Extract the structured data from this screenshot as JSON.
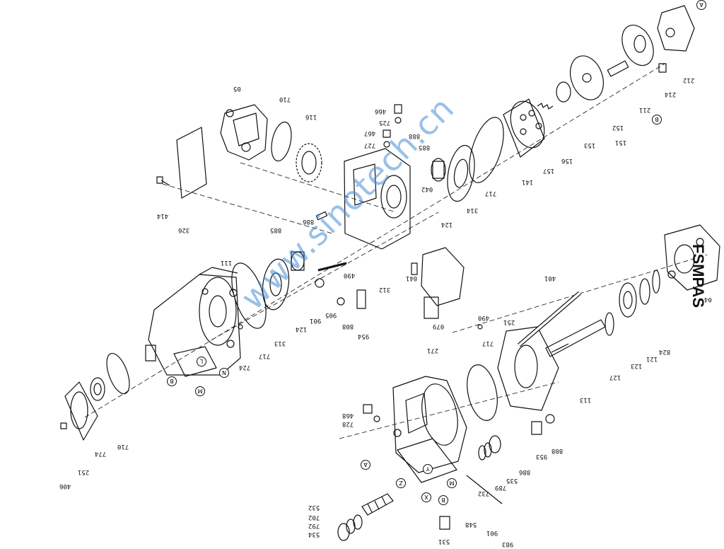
{
  "watermark": "www.sinotech.cn",
  "title": "FSMPAS",
  "parts": [
    {
      "id": "p_05",
      "text": "05"
    },
    {
      "id": "p_710a",
      "text": "710"
    },
    {
      "id": "p_116",
      "text": "116"
    },
    {
      "id": "p_466",
      "text": "466"
    },
    {
      "id": "p_725",
      "text": "725"
    },
    {
      "id": "p_467",
      "text": "467"
    },
    {
      "id": "p_727",
      "text": "727"
    },
    {
      "id": "p_888",
      "text": "888"
    },
    {
      "id": "p_885a",
      "text": "885"
    },
    {
      "id": "p_414",
      "text": "414"
    },
    {
      "id": "p_326",
      "text": "326"
    },
    {
      "id": "p_886a",
      "text": "886"
    },
    {
      "id": "p_885b",
      "text": "885"
    },
    {
      "id": "p_111",
      "text": "111"
    },
    {
      "id": "p_042",
      "text": "042"
    },
    {
      "id": "p_314",
      "text": "314"
    },
    {
      "id": "p_124a",
      "text": "124"
    },
    {
      "id": "p_717a",
      "text": "717"
    },
    {
      "id": "p_141",
      "text": "141"
    },
    {
      "id": "p_157",
      "text": "157"
    },
    {
      "id": "p_156",
      "text": "156"
    },
    {
      "id": "p_153",
      "text": "153"
    },
    {
      "id": "p_152",
      "text": "152"
    },
    {
      "id": "p_151",
      "text": "151"
    },
    {
      "id": "p_211",
      "text": "211"
    },
    {
      "id": "p_214",
      "text": "214"
    },
    {
      "id": "p_212",
      "text": "212"
    },
    {
      "id": "p_490a",
      "text": "490"
    },
    {
      "id": "p_041",
      "text": "041"
    },
    {
      "id": "p_312",
      "text": "312"
    },
    {
      "id": "p_079",
      "text": "079"
    },
    {
      "id": "p_313",
      "text": "313"
    },
    {
      "id": "p_124b",
      "text": "124"
    },
    {
      "id": "p_901",
      "text": "901"
    },
    {
      "id": "p_905",
      "text": "905"
    },
    {
      "id": "p_808a",
      "text": "808"
    },
    {
      "id": "p_954",
      "text": "954"
    },
    {
      "id": "p_717b",
      "text": "717"
    },
    {
      "id": "p_724",
      "text": "724"
    },
    {
      "id": "p_401",
      "text": "401"
    },
    {
      "id": "p_251a",
      "text": "251"
    },
    {
      "id": "p_490b",
      "text": "490"
    },
    {
      "id": "p_717c",
      "text": "717"
    },
    {
      "id": "p_271",
      "text": "271"
    },
    {
      "id": "p_04",
      "text": "04"
    },
    {
      "id": "p_824",
      "text": "824"
    },
    {
      "id": "p_121",
      "text": "121"
    },
    {
      "id": "p_123",
      "text": "123"
    },
    {
      "id": "p_127",
      "text": "127"
    },
    {
      "id": "p_113",
      "text": "113"
    },
    {
      "id": "p_406",
      "text": "406"
    },
    {
      "id": "p_251b",
      "text": "251"
    },
    {
      "id": "p_774",
      "text": "774"
    },
    {
      "id": "p_710b",
      "text": "710"
    },
    {
      "id": "p_468",
      "text": "468"
    },
    {
      "id": "p_728",
      "text": "728"
    },
    {
      "id": "p_953",
      "text": "953"
    },
    {
      "id": "p_808b",
      "text": "808"
    },
    {
      "id": "p_886b",
      "text": "886"
    },
    {
      "id": "p_535",
      "text": "535"
    },
    {
      "id": "p_789",
      "text": "789"
    },
    {
      "id": "p_732",
      "text": "732"
    },
    {
      "id": "p_532",
      "text": "532"
    },
    {
      "id": "p_702",
      "text": "702"
    },
    {
      "id": "p_792",
      "text": "792"
    },
    {
      "id": "p_534",
      "text": "534"
    },
    {
      "id": "p_548",
      "text": "548"
    },
    {
      "id": "p_531",
      "text": "531"
    },
    {
      "id": "p_901b",
      "text": "901"
    },
    {
      "id": "p_983",
      "text": "983"
    }
  ],
  "callouts": [
    {
      "id": "c_A1",
      "text": "A"
    },
    {
      "id": "c_B1",
      "text": "B"
    },
    {
      "id": "c_L",
      "text": "L"
    },
    {
      "id": "c_N",
      "text": "N"
    },
    {
      "id": "c_M1",
      "text": "M"
    },
    {
      "id": "c_B2",
      "text": "B"
    },
    {
      "id": "c_A2",
      "text": "A"
    },
    {
      "id": "c_Z",
      "text": "Z"
    },
    {
      "id": "c_Y",
      "text": "Y"
    },
    {
      "id": "c_X",
      "text": "X"
    },
    {
      "id": "c_B3",
      "text": "B"
    },
    {
      "id": "c_M2",
      "text": "M"
    }
  ]
}
